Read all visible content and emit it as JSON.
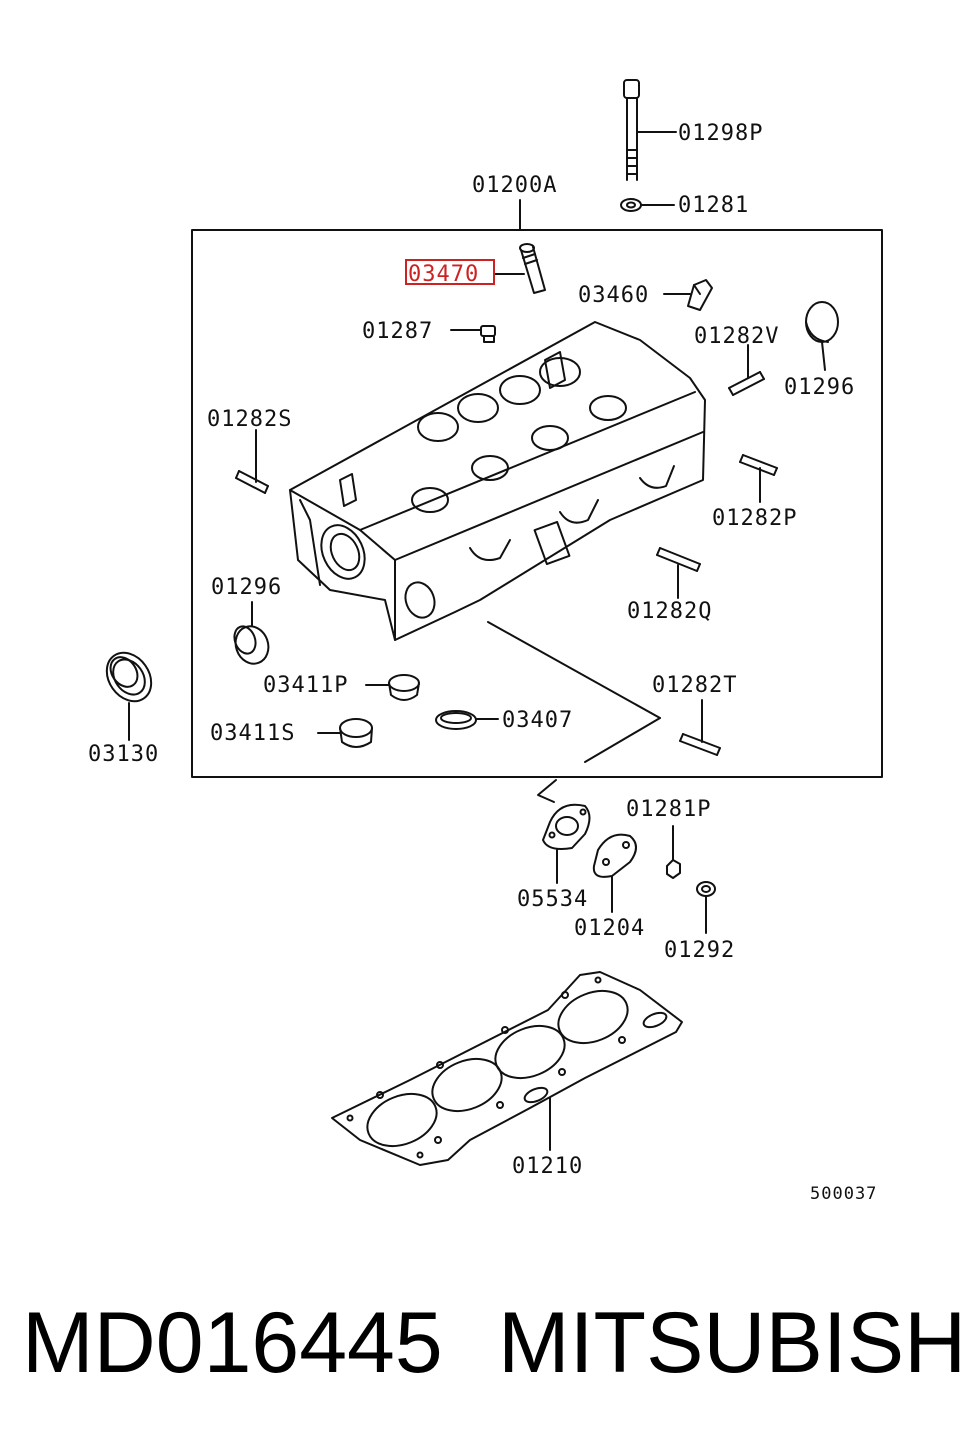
{
  "diagram": {
    "labels": {
      "p01298P": "01298P",
      "p01200A": "01200A",
      "p01281": "01281",
      "p03470": "03470",
      "p03460": "03460",
      "p01287": "01287",
      "p01282V": "01282V",
      "p01296a": "01296",
      "p01282S": "01282S",
      "p01282P": "01282P",
      "p01296b": "01296",
      "p01282Q": "01282Q",
      "p03411P": "03411P",
      "p01282T": "01282T",
      "p03411S": "03411S",
      "p03407": "03407",
      "p03130": "03130",
      "p01281P": "01281P",
      "p05534": "05534",
      "p01204": "01204",
      "p01292": "01292",
      "p01210": "01210"
    },
    "highlighted_part": "03470",
    "highlight_color": "#cc2222",
    "diagram_code": "500037"
  },
  "caption": {
    "part_number": "MD016445",
    "brand": "MITSUBISHI"
  }
}
